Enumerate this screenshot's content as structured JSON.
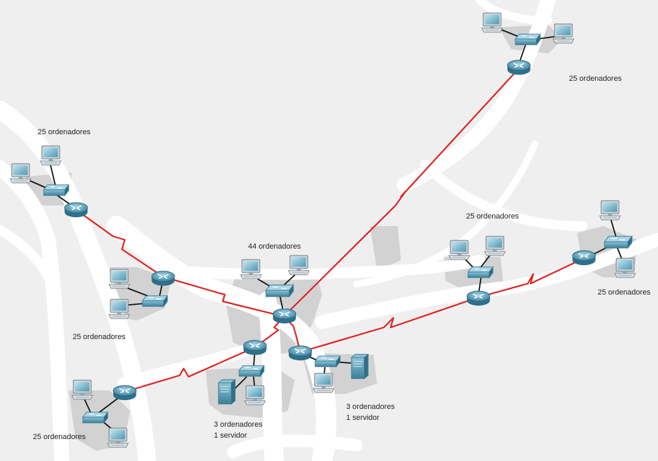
{
  "colors": {
    "background": "#efefef",
    "road": "#ffffff",
    "building": "#cfcfcf",
    "wan_link": "#e02020",
    "lan_link": "#111111",
    "router": "#5b9fb8",
    "switch": "#4f93ad",
    "pc_screen": "#6fb3c9",
    "server": "#5c9fb5"
  },
  "labels": {
    "top_right": "25 ordenadores",
    "left_top": "25 ordenadores",
    "center": "44 ordenadores",
    "left_mid": "25 ordenadores",
    "bottom_left": "25 ordenadores",
    "right_mid": "25 ordenadores",
    "far_right": "25 ordenadores",
    "bottom_center_a_line1": "3 ordenadores",
    "bottom_center_a_line2": "1 servidor",
    "bottom_center_b_line1": "3 ordenadores",
    "bottom_center_b_line2": "1 servidor"
  },
  "devices": {
    "routers": [
      "router-top-right",
      "router-left-top",
      "router-left-mid",
      "router-center",
      "router-srv-a",
      "router-srv-b",
      "router-right-mid",
      "router-far-right",
      "router-bottom-left"
    ],
    "switches": [
      "switch-top-right",
      "switch-left-top",
      "switch-left-mid",
      "switch-center",
      "switch-srv-a",
      "switch-srv-b",
      "switch-right-mid",
      "switch-far-right",
      "switch-bottom-left"
    ],
    "servers": [
      "server-a",
      "server-b"
    ],
    "icon": "computer-icon"
  }
}
